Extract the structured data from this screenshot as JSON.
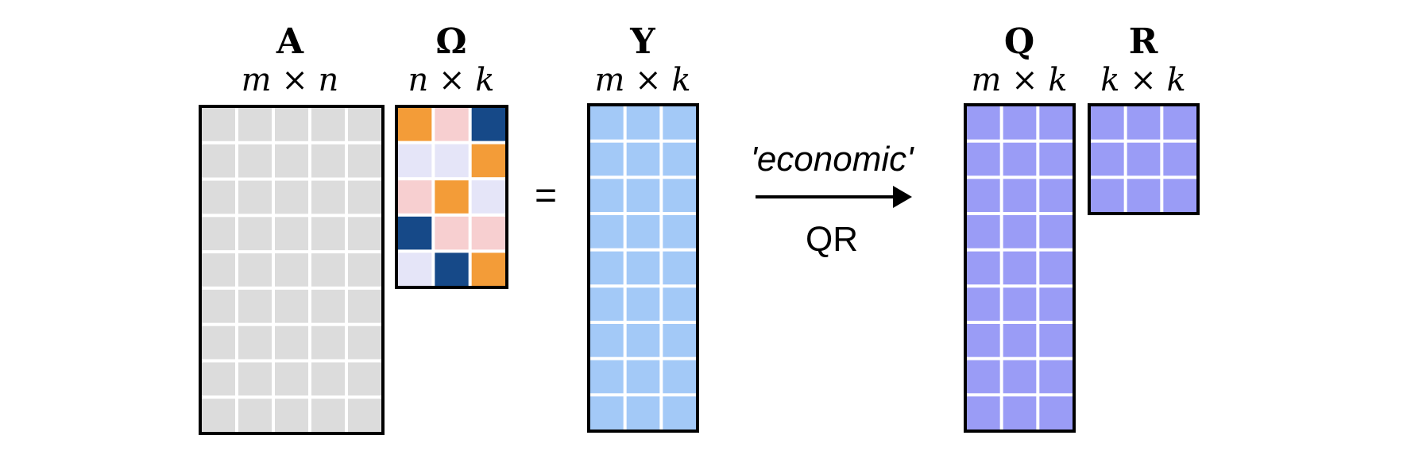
{
  "matrices": [
    {
      "id": "A",
      "title": "A",
      "dims": "m × n",
      "rows": 9,
      "cols": 5,
      "fill": "#dcdcdc"
    },
    {
      "id": "omega",
      "title": "Ω",
      "dims": "n × k",
      "rows": 5,
      "cols": 3,
      "cell_colors": [
        [
          "#f39c38",
          "#f7cfd0",
          "#164988"
        ],
        [
          "#e5e5f8",
          "#e5e5f8",
          "#f39c38"
        ],
        [
          "#f7cfd0",
          "#f39c38",
          "#e5e5f8"
        ],
        [
          "#164988",
          "#f7cfd0",
          "#f7cfd0"
        ],
        [
          "#e5e5f8",
          "#164988",
          "#f39c38"
        ]
      ]
    },
    {
      "id": "Y",
      "title": "Y",
      "dims": "m × k",
      "rows": 9,
      "cols": 3,
      "fill": "#a3c9f7"
    },
    {
      "id": "Q",
      "title": "Q",
      "dims": "m × k",
      "rows": 9,
      "cols": 3,
      "fill": "#9a9cf6"
    },
    {
      "id": "R",
      "title": "R",
      "dims": "k × k",
      "rows": 3,
      "cols": 3,
      "fill": "#9a9cf6"
    }
  ],
  "equals": "=",
  "qr": {
    "mode": "'economic'",
    "name": "QR"
  },
  "colors": {
    "border": "#000000",
    "gridline": "#ffffff",
    "arrow": "#000000"
  }
}
